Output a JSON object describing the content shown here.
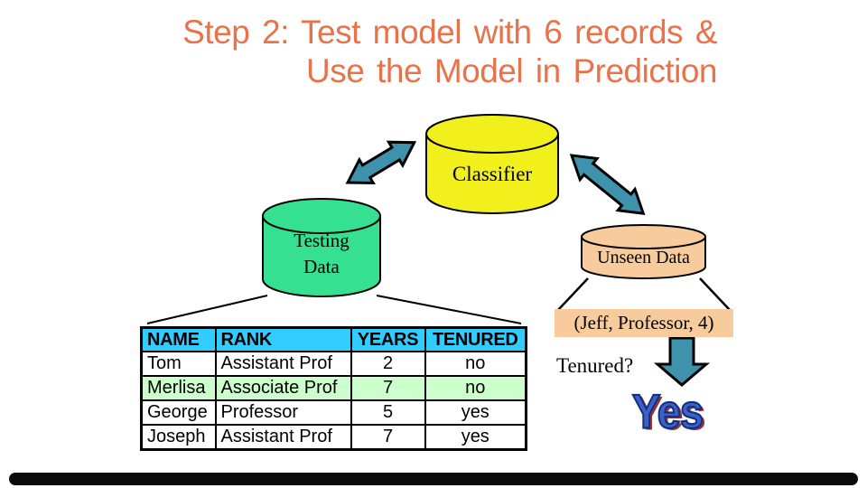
{
  "slide": {
    "title": {
      "line1": "Step 2: Test model with 6 records &",
      "line2": "Use the Model in Prediction",
      "color": "#E8734A"
    },
    "bottom_bar_color": "#0B0B0B"
  },
  "diagram": {
    "classifier": {
      "label": "Classifier",
      "fill": "#F2F01C"
    },
    "testing": {
      "line1": "Testing",
      "line2": "Data",
      "fill": "#35E091"
    },
    "unseen": {
      "label": "Unseen Data",
      "fill": "#F7CB9B"
    },
    "record_card": {
      "text": "(Jeff, Professor, 4)",
      "fill": "#F7CB9B"
    },
    "question_label": "Tenured?",
    "answer_wordart": {
      "text": "Yes",
      "color": "#3B62C9"
    },
    "arrow_fill": "#3E92AC",
    "line_color": "#000000"
  },
  "table": {
    "headers": [
      "NAME",
      "RANK",
      "YEARS",
      "TENURED"
    ],
    "header_bg": "#33CCFF",
    "rows": [
      {
        "name": "Tom",
        "rank": "Assistant Prof",
        "years": "2",
        "tenured": "no",
        "bg": "#FFFFFF"
      },
      {
        "name": "Merlisa",
        "rank": "Associate Prof",
        "years": "7",
        "tenured": "no",
        "bg": "#CCFFCC"
      },
      {
        "name": "George",
        "rank": "Professor",
        "years": "5",
        "tenured": "yes",
        "bg": "#FFFFFF"
      },
      {
        "name": "Joseph",
        "rank": "Assistant Prof",
        "years": "7",
        "tenured": "yes",
        "bg": "#FFFFFF"
      }
    ]
  }
}
